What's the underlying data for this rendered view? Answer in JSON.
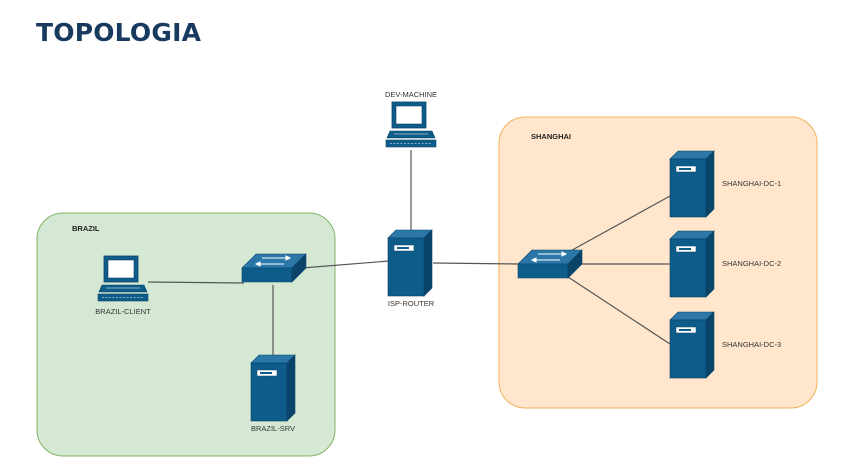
{
  "page": {
    "title": "TOPOLOGIA"
  },
  "colors": {
    "title": "#173a5e",
    "device": "#0d5c8a",
    "device_dark": "#0a4468",
    "link": "#555555",
    "brazil_zone_fill": "#d5e8d4",
    "brazil_zone_stroke": "#82b366",
    "shanghai_zone_fill": "#ffe6cc",
    "shanghai_zone_stroke": "#f0b35a"
  },
  "zones": {
    "brazil": {
      "label": "BRAZIL"
    },
    "shanghai": {
      "label": "SHANGHAI"
    }
  },
  "nodes": {
    "dev_machine": {
      "label": "DEV-MACHINE",
      "icon": "workstation-icon"
    },
    "isp_router": {
      "label": "ISP-ROUTER",
      "icon": "server-tower-icon"
    },
    "brazil_client": {
      "label": "BRAZIL-CLIENT",
      "icon": "workstation-icon"
    },
    "brazil_switch": {
      "label": "",
      "icon": "switch-icon"
    },
    "brazil_srv": {
      "label": "BRAZIL-SRV",
      "icon": "server-tower-icon"
    },
    "shanghai_switch": {
      "label": "",
      "icon": "switch-icon"
    },
    "shanghai_dc_1": {
      "label": "SHANGHAI-DC-1",
      "icon": "server-tower-icon"
    },
    "shanghai_dc_2": {
      "label": "SHANGHAI-DC-2",
      "icon": "server-tower-icon"
    },
    "shanghai_dc_3": {
      "label": "SHANGHAI-DC-3",
      "icon": "server-tower-icon"
    }
  },
  "links": [
    [
      "dev_machine",
      "isp_router"
    ],
    [
      "brazil_client",
      "brazil_switch"
    ],
    [
      "brazil_switch",
      "isp_router"
    ],
    [
      "brazil_switch",
      "brazil_srv"
    ],
    [
      "isp_router",
      "shanghai_switch"
    ],
    [
      "shanghai_switch",
      "shanghai_dc_1"
    ],
    [
      "shanghai_switch",
      "shanghai_dc_2"
    ],
    [
      "shanghai_switch",
      "shanghai_dc_3"
    ]
  ]
}
